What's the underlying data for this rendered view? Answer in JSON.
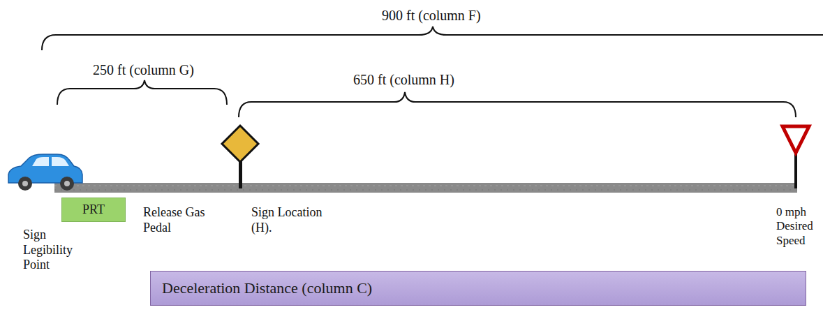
{
  "diagram": {
    "nodes": [
      {
        "text": [
          "PRT"
        ]
      },
      {
        "text": [
          "Deceleration Distance (column C)"
        ]
      }
    ],
    "labels": [
      "900 ft (column F)",
      "250 ft (column G)",
      "650 ft (column H)",
      "Sign Legibility Point",
      "Release Gas Pedal",
      "Sign Location (H).",
      "0 mph Desired Speed"
    ]
  }
}
